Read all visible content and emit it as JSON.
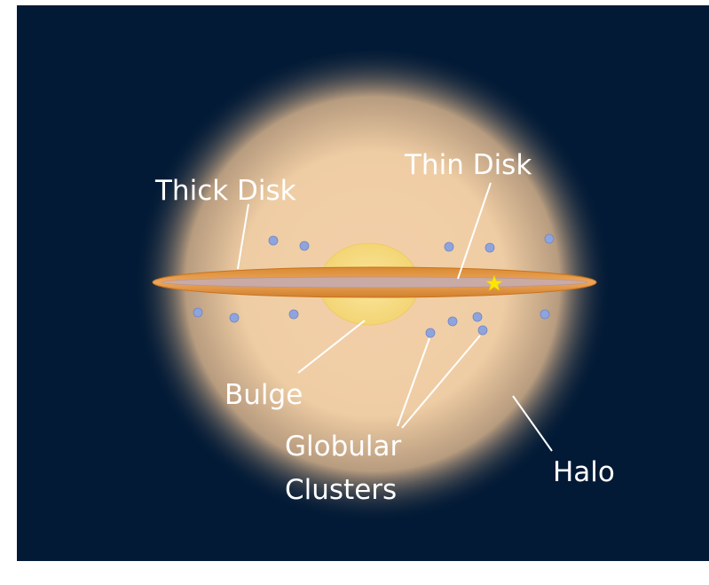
{
  "diagram": {
    "labels": {
      "thick_disk": "Thick Disk",
      "thin_disk": "Thin Disk",
      "bulge": "Bulge",
      "globular_line1": "Globular",
      "globular_line2": "Clusters",
      "halo": "Halo"
    },
    "colors": {
      "background": "#021a36",
      "halo_inner": "#f3d3ad",
      "thick_disk": "#e39a45",
      "thin_disk": "#c8a9a4",
      "bulge": "#f6e08a",
      "globular_cluster": "#8fa4dd",
      "sun": "#ffe600",
      "text": "#ffffff"
    }
  }
}
